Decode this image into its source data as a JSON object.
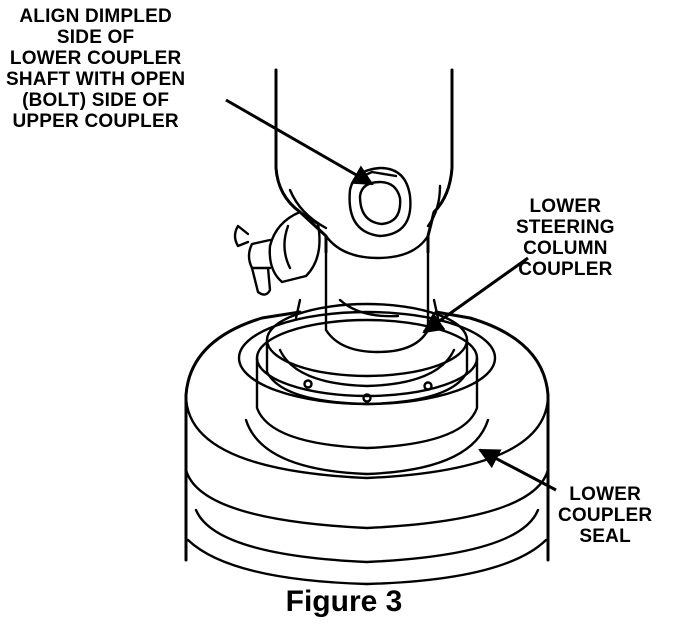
{
  "callouts": {
    "align": {
      "lines": [
        "ALIGN DIMPLED",
        "SIDE OF",
        "LOWER COUPLER",
        "SHAFT WITH OPEN",
        "(BOLT) SIDE OF",
        "UPPER COUPLER"
      ]
    },
    "lower_coupler": {
      "lines": [
        "LOWER",
        "STEERING",
        "COLUMN",
        "COUPLER"
      ]
    },
    "coupler_seal": {
      "lines": [
        "LOWER",
        "COUPLER",
        "SEAL"
      ]
    }
  },
  "caption": "Figure 3",
  "colors": {
    "ink": "#000000",
    "paper": "#ffffff"
  }
}
